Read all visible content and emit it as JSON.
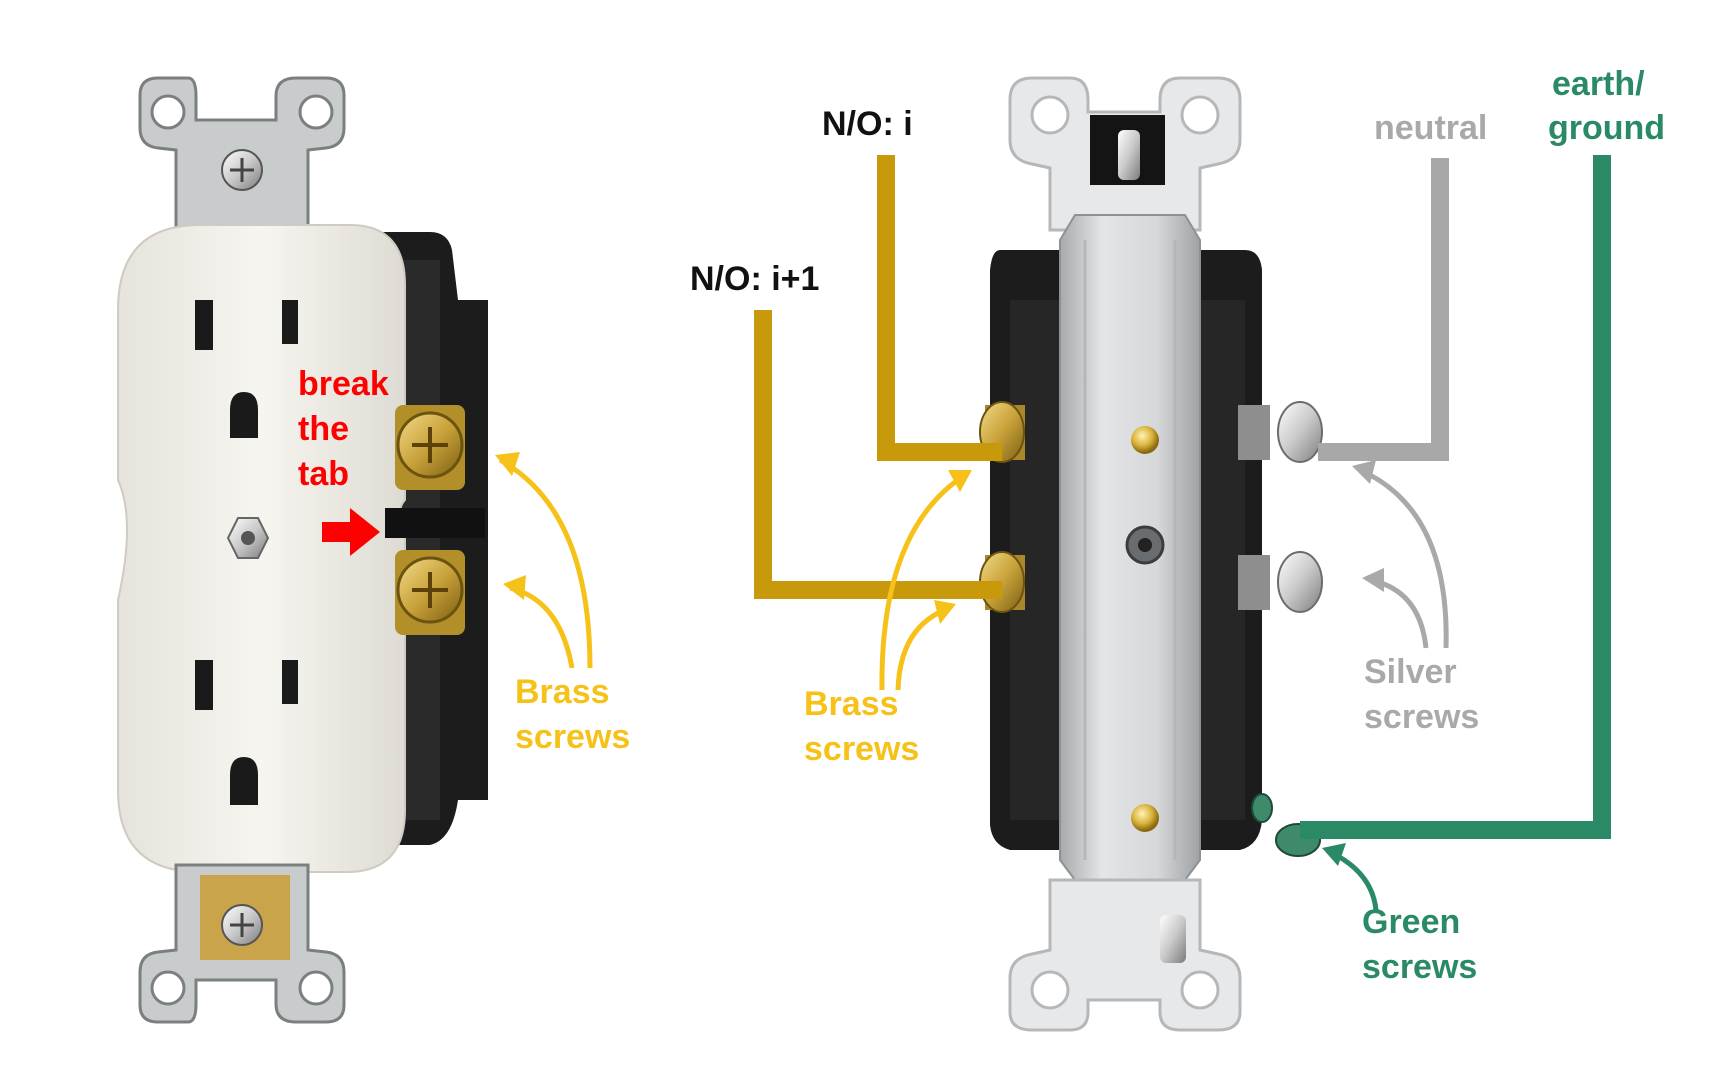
{
  "colors": {
    "brass_wire": "#c89a0b",
    "brass_label": "#f6c21a",
    "neutral_wire": "#a8a8a8",
    "ground_wire": "#2a8a66",
    "break_label": "#ff0000",
    "receptacle_face": "#f2f0eb",
    "receptacle_body": "#1c1c1c",
    "strap_metal": "#cfd2d4"
  },
  "labels": {
    "no_i": "N/O: i",
    "no_i_plus_1": "N/O: i+1",
    "neutral": "neutral",
    "earth_line1": "earth/",
    "earth_line2": "ground",
    "break_line1": "break",
    "break_line2": "the",
    "break_line3": "tab",
    "brass_left_line1": "Brass",
    "brass_left_line2": "screws",
    "brass_right_line1": "Brass",
    "brass_right_line2": "screws",
    "silver_line1": "Silver",
    "silver_line2": "screws",
    "green_line1": "Green",
    "green_line2": "screws"
  },
  "icons": {
    "break_arrow": "right-arrow-icon",
    "screws": "screw-icon"
  }
}
